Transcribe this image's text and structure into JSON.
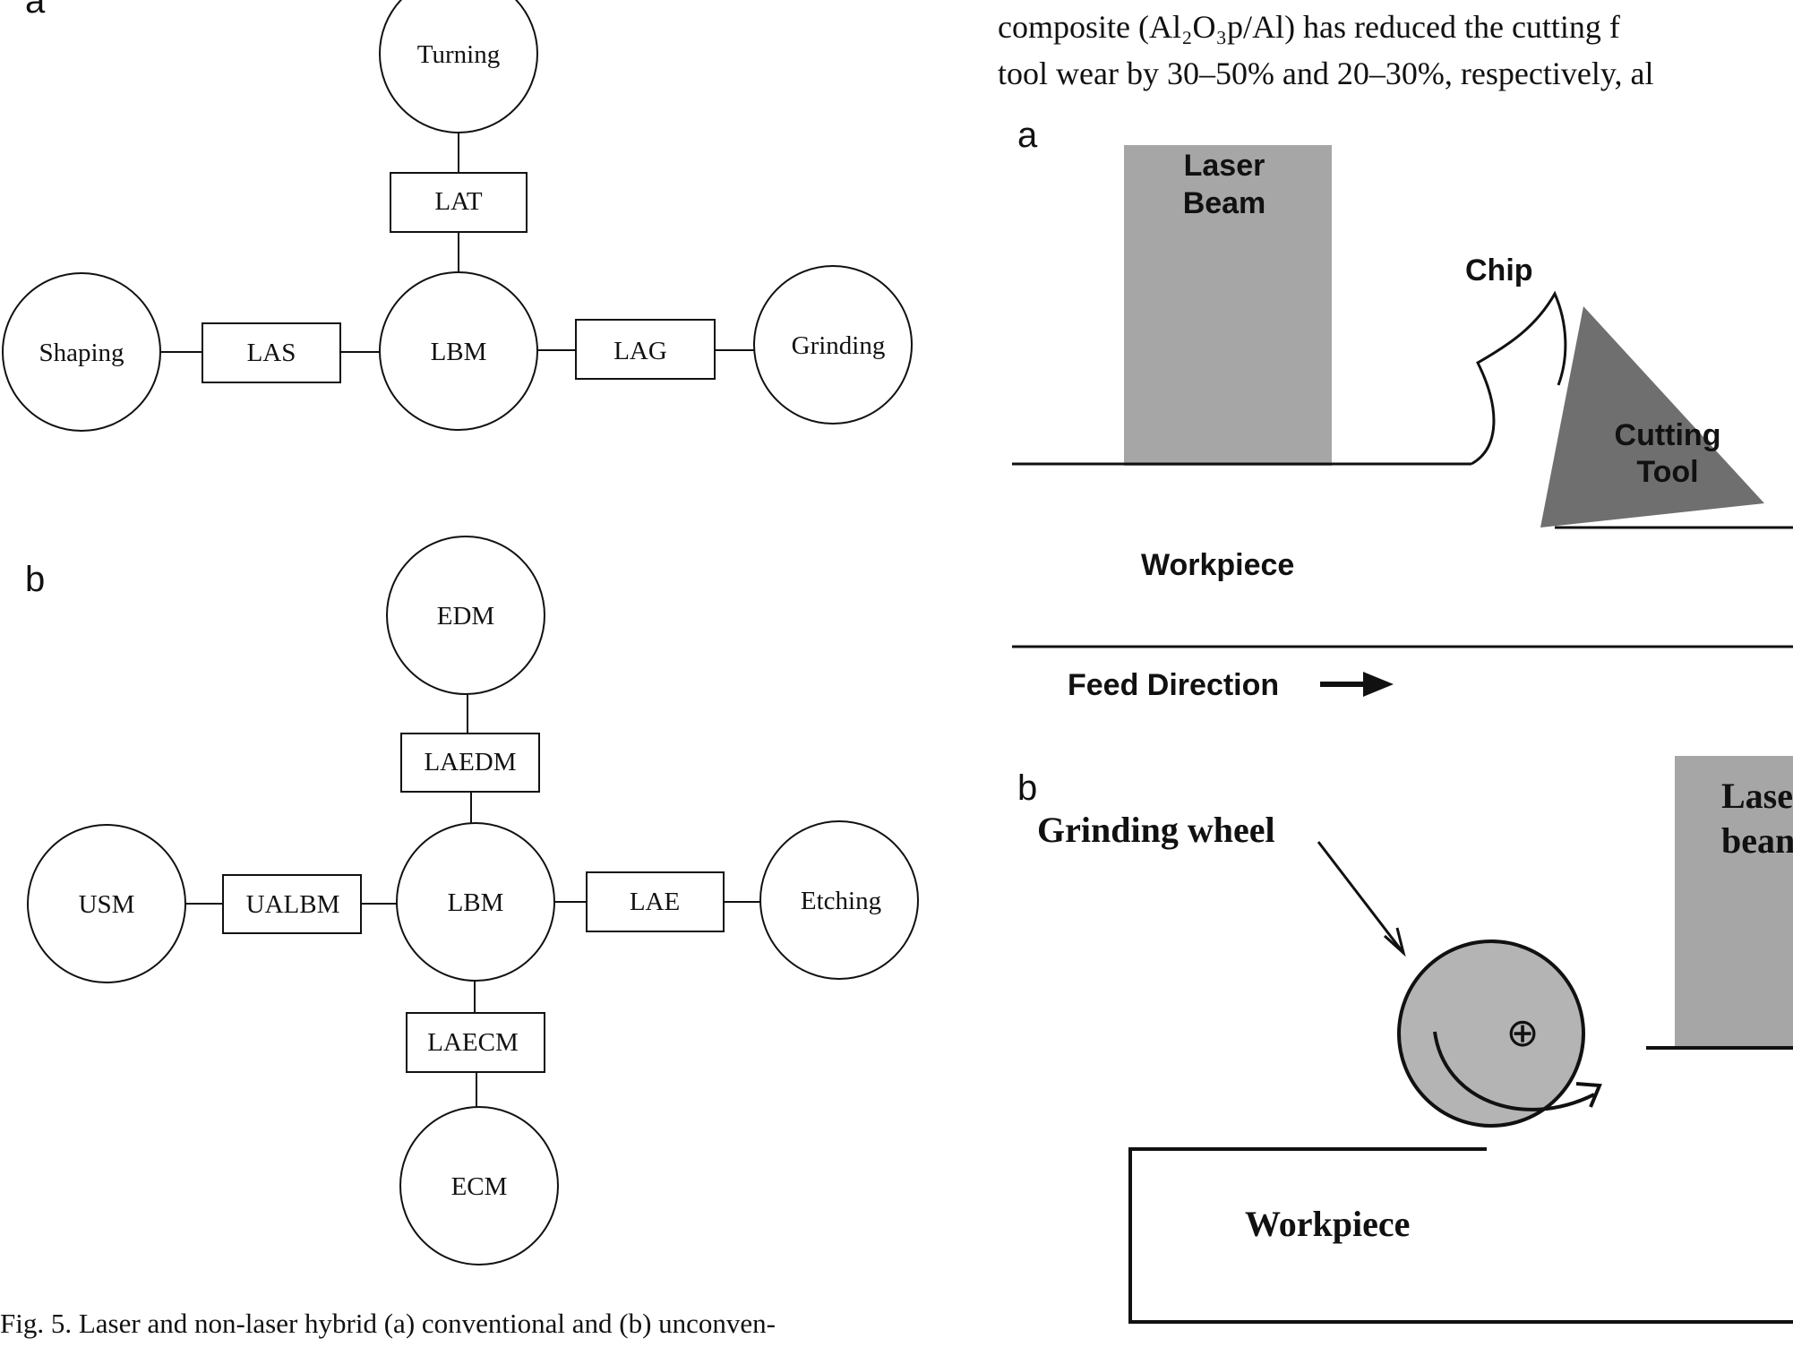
{
  "left_figure": {
    "panel_a": {
      "letter": "a",
      "center": "LBM",
      "top": "Turning",
      "top_link": "LAT",
      "left": "Shaping",
      "left_link": "LAS",
      "right": "Grinding",
      "right_link": "LAG"
    },
    "panel_b": {
      "letter": "b",
      "center": "LBM",
      "top": "EDM",
      "top_link": "LAEDM",
      "left": "USM",
      "left_link": "UALBM",
      "right": "Etching",
      "right_link": "LAE",
      "bottom": "ECM",
      "bottom_link": "LAECM"
    },
    "caption": "Fig. 5. Laser and non-laser hybrid (a) conventional and (b) unconven-"
  },
  "body_text": {
    "line1": "composite (Al₂O₃p/Al) has reduced the cutting f",
    "line2": "tool wear by 30–50% and 20–30%, respectively, al"
  },
  "right_figure": {
    "panel_a": {
      "letter": "a",
      "laser_label_line1": "Laser",
      "laser_label_line2": "Beam",
      "chip_label": "Chip",
      "tool_label_line1": "Cutting",
      "tool_label_line2": "Tool",
      "workpiece_label": "Workpiece",
      "feed_label": "Feed Direction"
    },
    "panel_b": {
      "letter": "b",
      "wheel_label": "Grinding wheel",
      "laser_label_line1": "Lase",
      "laser_label_line2": "bean",
      "workpiece_label": "Workpiece",
      "center_symbol": "⊕"
    }
  },
  "colors": {
    "laser_fill": "#a6a6a6",
    "tool_fill": "#6f6f6f",
    "wheel_fill": "#b4b4b4",
    "line": "#111111"
  }
}
